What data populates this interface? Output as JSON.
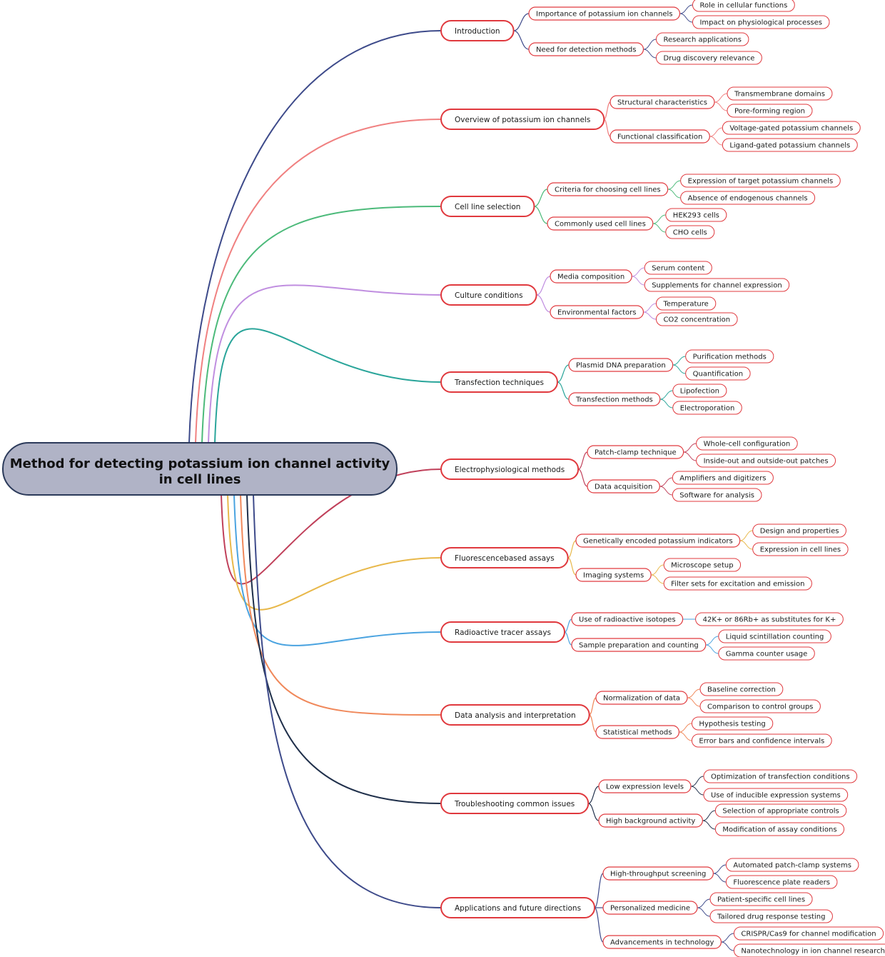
{
  "root": {
    "label_lines": [
      "Method for detecting potassium ion channel activity",
      "in cell lines"
    ],
    "fill": "#b0b3c6",
    "stroke": "#2b3a5a"
  },
  "node_stroke": "#e0393e",
  "branches": [
    {
      "label": "Introduction",
      "color": "#3d4a8a",
      "children": [
        {
          "label": "Importance of potassium ion channels",
          "leaves": [
            "Role in cellular functions",
            "Impact on physiological processes"
          ]
        },
        {
          "label": "Need for detection methods",
          "leaves": [
            "Research applications",
            "Drug discovery relevance"
          ]
        }
      ]
    },
    {
      "label": "Overview of potassium ion channels",
      "color": "#f08080",
      "children": [
        {
          "label": "Structural characteristics",
          "leaves": [
            "Transmembrane domains",
            "Pore-forming region"
          ]
        },
        {
          "label": "Functional classification",
          "leaves": [
            "Voltage-gated potassium channels",
            "Ligand-gated potassium channels"
          ]
        }
      ]
    },
    {
      "label": "Cell line selection",
      "color": "#4cba7a",
      "children": [
        {
          "label": "Criteria for choosing cell lines",
          "leaves": [
            "Expression of target potassium channels",
            "Absence of endogenous channels"
          ]
        },
        {
          "label": "Commonly used cell lines",
          "leaves": [
            "HEK293 cells",
            "CHO cells"
          ]
        }
      ]
    },
    {
      "label": "Culture conditions",
      "color": "#c08ee0",
      "children": [
        {
          "label": "Media composition",
          "leaves": [
            "Serum content",
            "Supplements for channel expression"
          ]
        },
        {
          "label": "Environmental factors",
          "leaves": [
            "Temperature",
            "CO2 concentration"
          ]
        }
      ]
    },
    {
      "label": "Transfection techniques",
      "color": "#2aa59a",
      "children": [
        {
          "label": "Plasmid DNA preparation",
          "leaves": [
            "Purification methods",
            "Quantification"
          ]
        },
        {
          "label": "Transfection methods",
          "leaves": [
            "Lipofection",
            "Electroporation"
          ]
        }
      ]
    },
    {
      "label": "Electrophysiological methods",
      "color": "#c0405a",
      "children": [
        {
          "label": "Patch-clamp technique",
          "leaves": [
            "Whole-cell configuration",
            "Inside-out and outside-out patches"
          ]
        },
        {
          "label": "Data acquisition",
          "leaves": [
            "Amplifiers and digitizers",
            "Software for analysis"
          ]
        }
      ]
    },
    {
      "label": "Fluorescencebased assays",
      "color": "#e8b84a",
      "children": [
        {
          "label": "Genetically encoded potassium indicators",
          "leaves": [
            "Design and properties",
            "Expression in cell lines"
          ]
        },
        {
          "label": "Imaging systems",
          "leaves": [
            "Microscope setup",
            "Filter sets for excitation and emission"
          ]
        }
      ]
    },
    {
      "label": "Radioactive tracer assays",
      "color": "#4aa3e0",
      "children": [
        {
          "label": "Use of radioactive isotopes",
          "leaves": [
            "42K+ or 86Rb+ as substitutes for K+"
          ]
        },
        {
          "label": "Sample preparation and counting",
          "leaves": [
            "Liquid scintillation counting",
            "Gamma counter usage"
          ]
        }
      ]
    },
    {
      "label": "Data analysis and interpretation",
      "color": "#f0885a",
      "children": [
        {
          "label": "Normalization of data",
          "leaves": [
            "Baseline correction",
            "Comparison to control groups"
          ]
        },
        {
          "label": "Statistical methods",
          "leaves": [
            "Hypothesis testing",
            "Error bars and confidence intervals"
          ]
        }
      ]
    },
    {
      "label": "Troubleshooting common issues",
      "color": "#1f2f4a",
      "children": [
        {
          "label": "Low expression levels",
          "leaves": [
            "Optimization of transfection conditions",
            "Use of inducible expression systems"
          ]
        },
        {
          "label": "High background activity",
          "leaves": [
            "Selection of appropriate controls",
            "Modification of assay conditions"
          ]
        }
      ]
    },
    {
      "label": "Applications and future directions",
      "color": "#3d4a8a",
      "children": [
        {
          "label": "High-throughput screening",
          "leaves": [
            "Automated patch-clamp systems",
            "Fluorescence plate readers"
          ]
        },
        {
          "label": "Personalized medicine",
          "leaves": [
            "Patient-specific cell lines",
            "Tailored drug response testing"
          ]
        },
        {
          "label": "Advancements in technology",
          "leaves": [
            "CRISPR/Cas9 for channel modification",
            "Nanotechnology in ion channel research"
          ]
        }
      ]
    }
  ]
}
